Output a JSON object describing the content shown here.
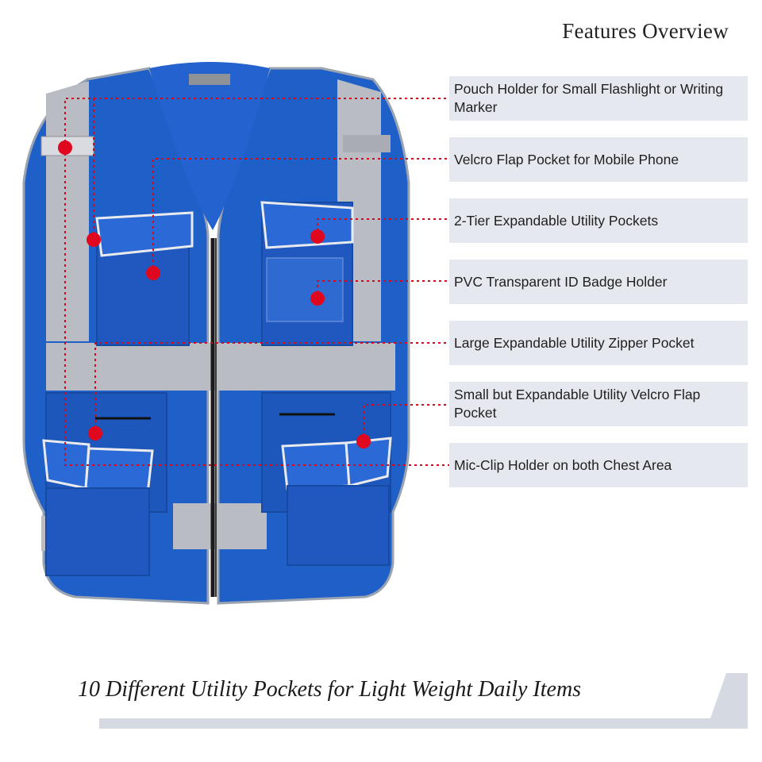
{
  "header": {
    "title": "Features Overview"
  },
  "features": [
    {
      "label": "Pouch Holder for Small Flashlight or Writing Marker"
    },
    {
      "label": "Velcro Flap Pocket for Mobile Phone"
    },
    {
      "label": "2-Tier Expandable Utility Pockets"
    },
    {
      "label": "PVC Transparent ID Badge Holder"
    },
    {
      "label": "Large Expandable Utility Zipper Pocket"
    },
    {
      "label": "Small but Expandable Utility Velcro Flap Pocket"
    },
    {
      "label": "Mic-Clip Holder on both Chest Area"
    }
  ],
  "footer": {
    "tagline": "10 Different Utility Pockets for Light Weight Daily Items"
  },
  "colors": {
    "vest_blue": "#1f5fc8",
    "vest_shadow": "#174a9e",
    "reflective_stripe": "#b9bcc3",
    "marker_red": "#e0081e",
    "label_bg": "#e5e8ef",
    "banner_gray": "#d5d9e2"
  }
}
